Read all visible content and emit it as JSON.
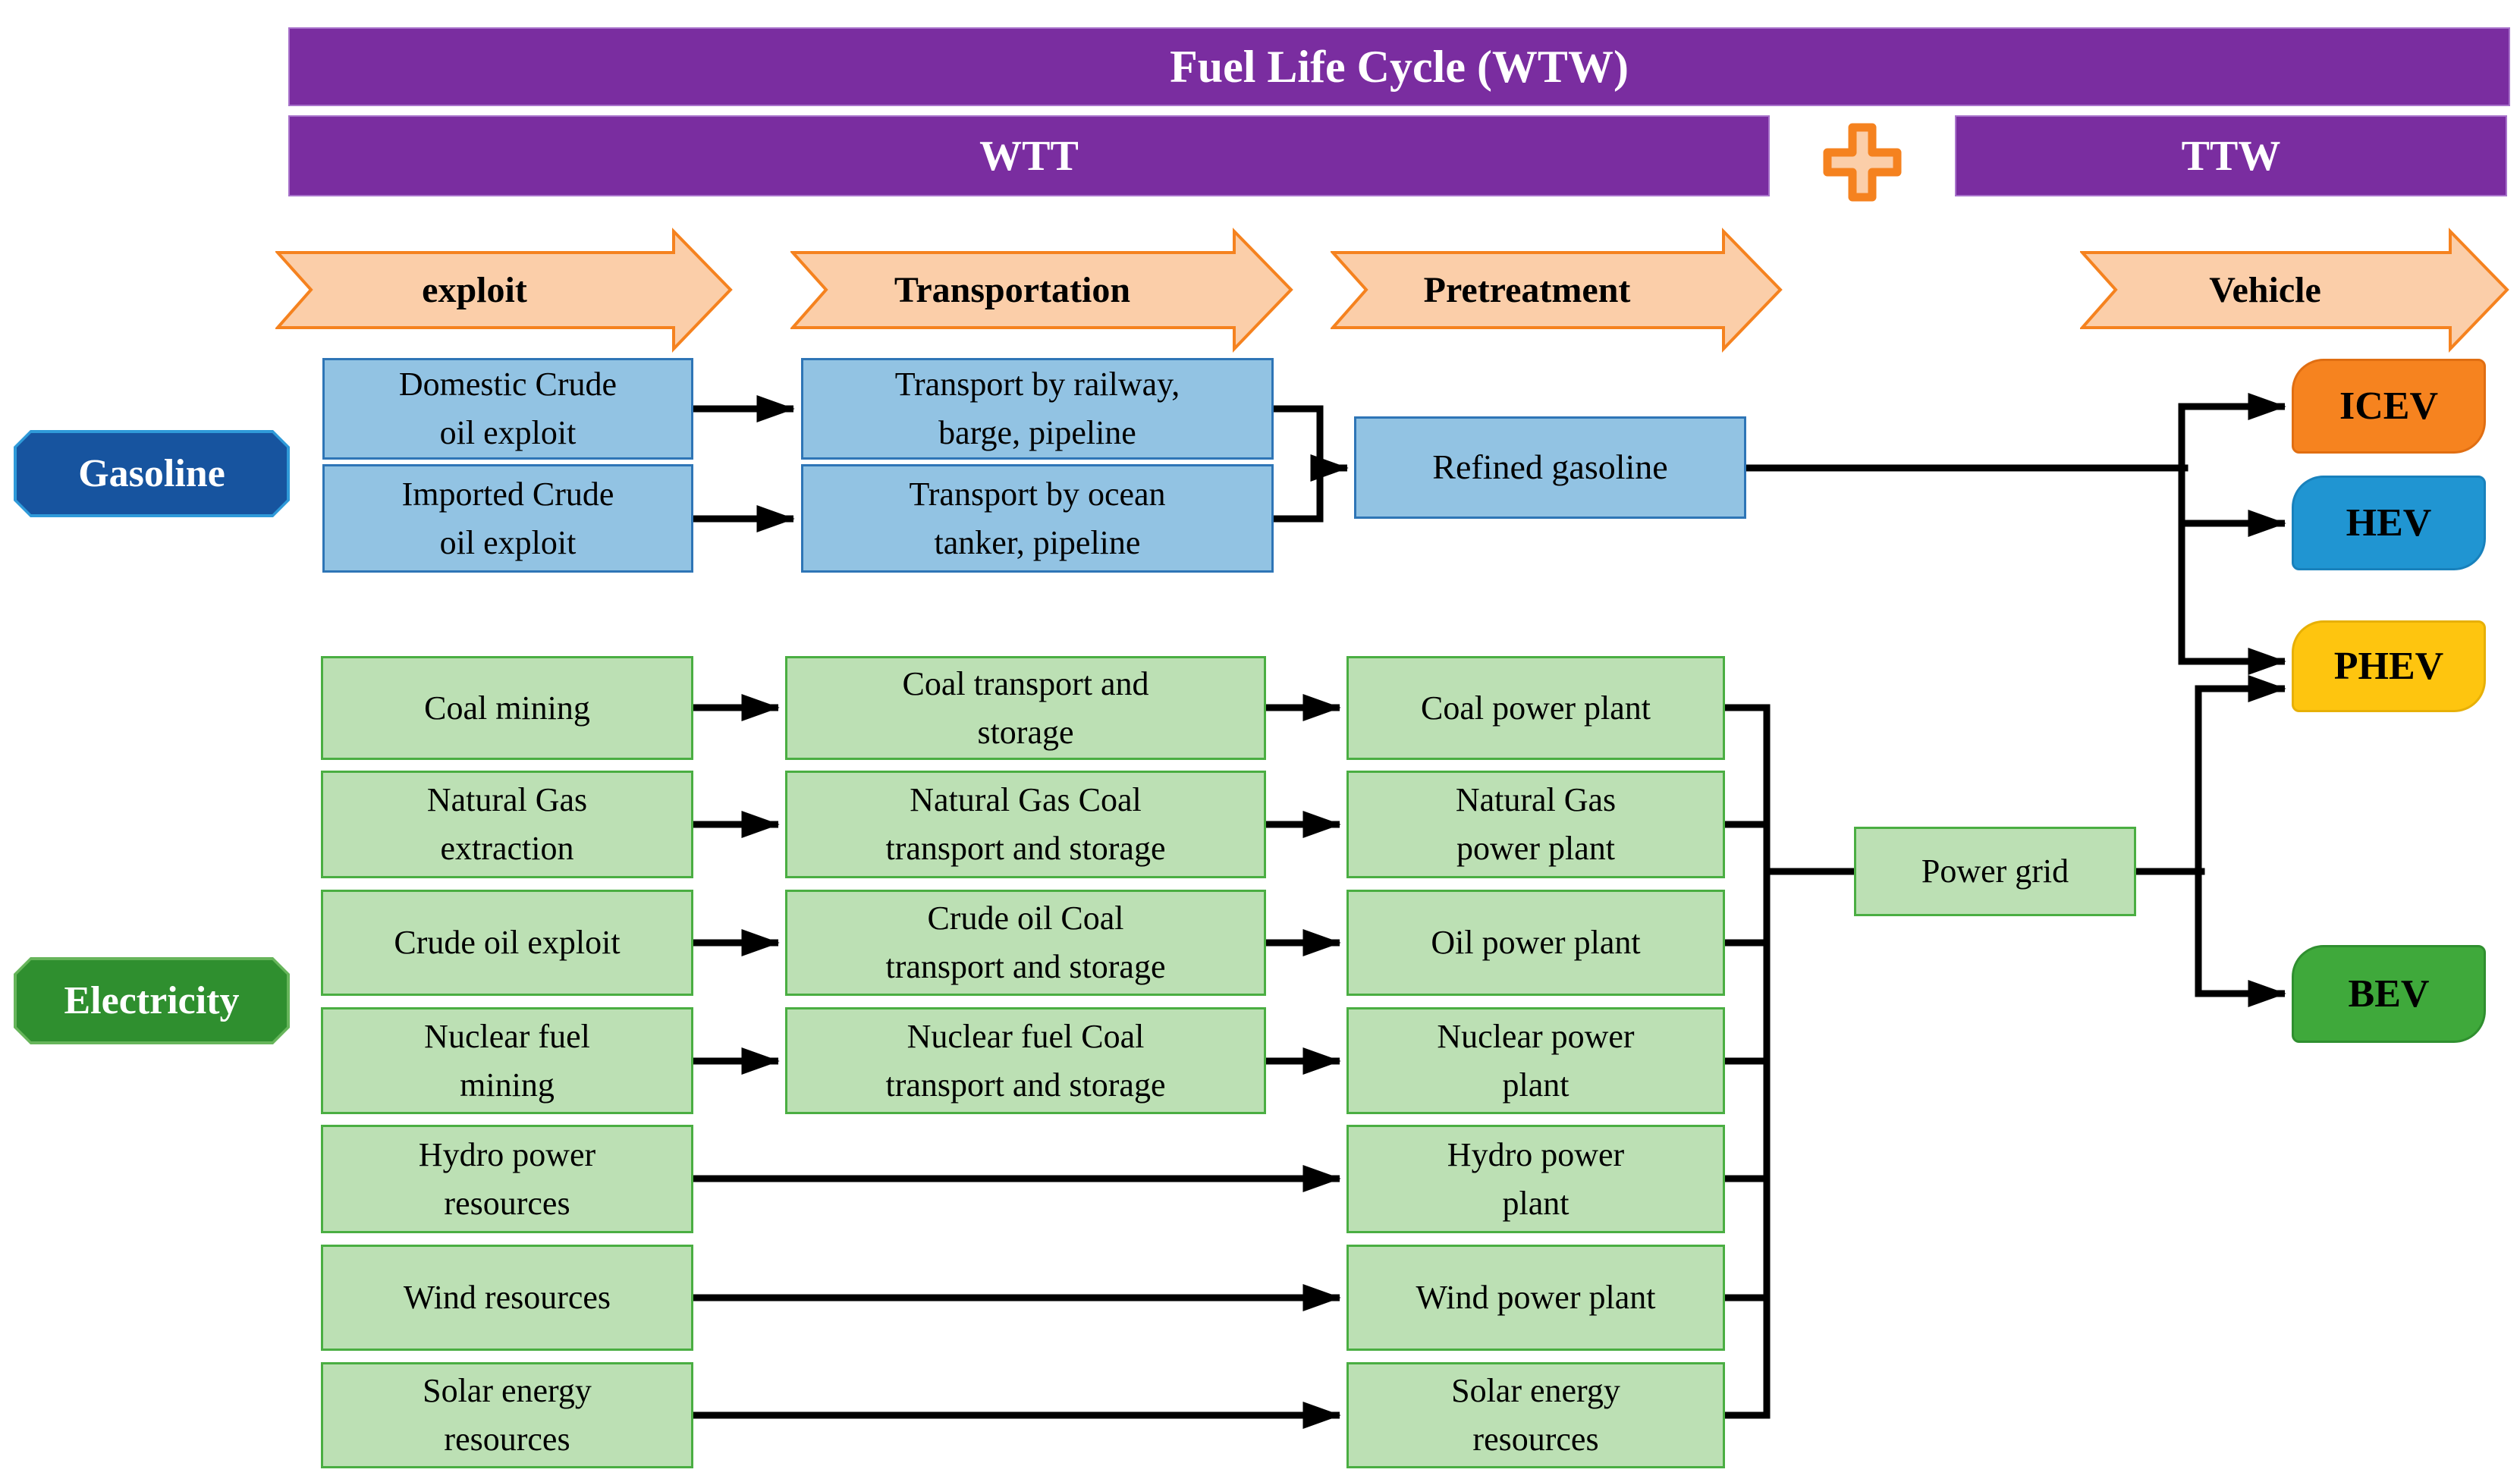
{
  "title_bars": {
    "wtw": "Fuel Life Cycle (WTW)",
    "wtt": "WTT",
    "ttw": "TTW"
  },
  "plus_icon": "plus-between-wtt-and-ttw",
  "stage_arrows": [
    {
      "label": "exploit"
    },
    {
      "label": "Transportation"
    },
    {
      "label": "Pretreatment"
    },
    {
      "label": "Vehicle"
    }
  ],
  "pathways": {
    "gasoline": {
      "label": "Gasoline"
    },
    "electricity": {
      "label": "Electricity"
    }
  },
  "gasoline_chain": {
    "domestic": "Domestic Crude\noil exploit",
    "imported": "Imported Crude\noil exploit",
    "rail": "Transport by railway,\nbarge, pipeline",
    "ocean": "Transport by ocean\ntanker, pipeline",
    "refined": "Refined gasoline"
  },
  "electricity_chain": {
    "sources": [
      "Coal mining",
      "Natural Gas\nextraction",
      "Crude oil exploit",
      "Nuclear fuel\nmining",
      "Hydro power\nresources",
      "Wind resources",
      "Solar energy\nresources"
    ],
    "transport": [
      "Coal transport and\nstorage",
      "Natural Gas Coal\ntransport and storage",
      "Crude oil Coal\ntransport and storage",
      "Nuclear fuel Coal\ntransport and storage"
    ],
    "plants": [
      "Coal power plant",
      "Natural Gas\npower plant",
      "Oil power plant",
      "Nuclear power\nplant",
      "Hydro power\nplant",
      "Wind power plant",
      "Solar energy\nresources"
    ],
    "grid": "Power grid"
  },
  "vehicles": [
    {
      "label": "ICEV",
      "color": "#F6831F"
    },
    {
      "label": "HEV",
      "color": "#2095D2"
    },
    {
      "label": "PHEV",
      "color": "#FEC50F"
    },
    {
      "label": "BEV",
      "color": "#3FA93B"
    }
  ],
  "colors": {
    "header_purple": "#7A2DA0",
    "arrow_peach_fill": "#FBCEA9",
    "arrow_orange_stroke": "#F5821F",
    "gasoline_label_blue": "#17549F",
    "gasoline_label_border": "#2F9AD9",
    "electricity_label_green": "#2F8F2F",
    "box_light_blue": "#92C3E3",
    "box_blue_border": "#2E75B6",
    "box_light_green": "#BCE0B4",
    "box_green_border": "#4AAE42",
    "connector_black": "#000000"
  }
}
